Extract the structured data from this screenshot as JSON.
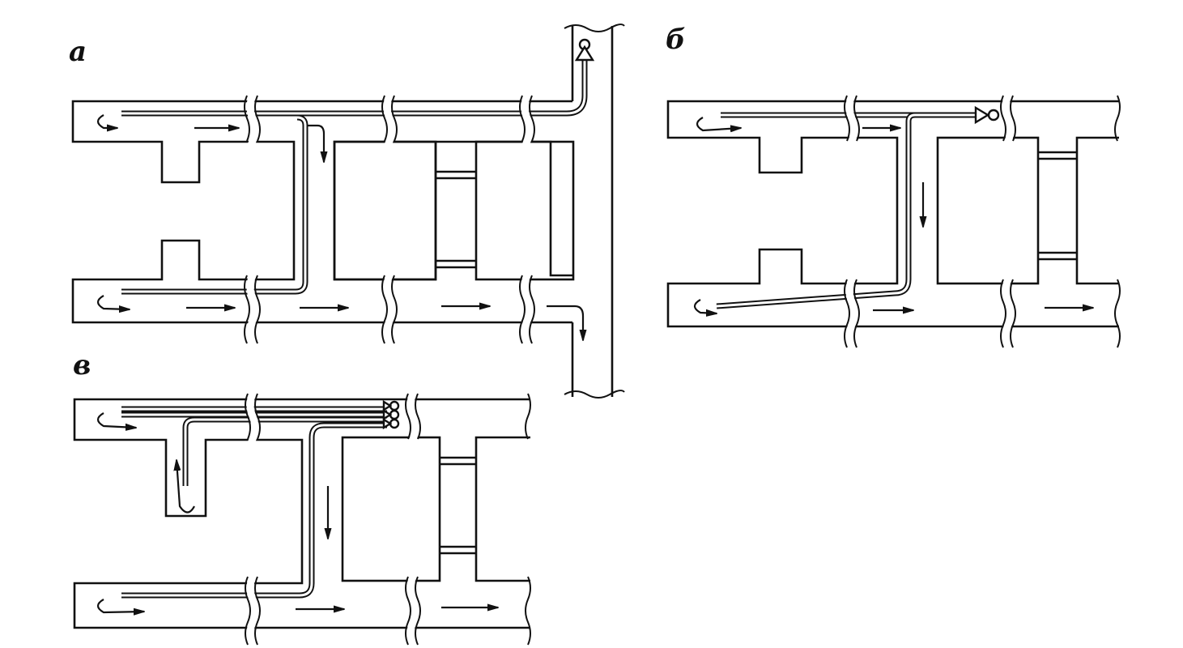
{
  "labels": {
    "a": "а",
    "b": "б",
    "v": "в"
  },
  "colors": {
    "ink": "#111111",
    "paper": "#ffffff"
  }
}
